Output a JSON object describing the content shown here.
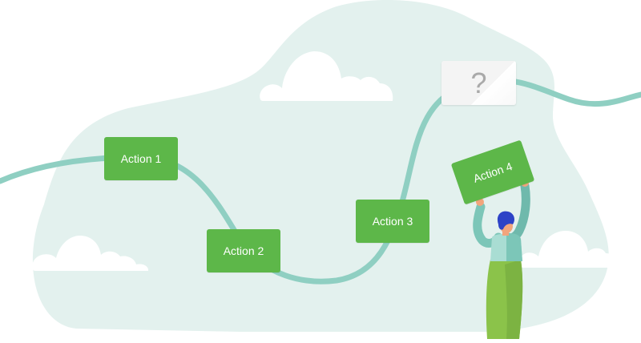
{
  "actions": [
    {
      "label": "Action 1"
    },
    {
      "label": "Action 2"
    },
    {
      "label": "Action 3"
    },
    {
      "label": "Action 4"
    }
  ],
  "question": {
    "symbol": "?"
  },
  "colors": {
    "blob": "#e3f1ee",
    "path": "#8fcfc2",
    "action_box": "#5db749",
    "cloud": "#ffffff",
    "question_box": "#f4f4f4",
    "question_mark": "#a9a9a9",
    "person_shirt": "#7cc6b8",
    "person_pants": "#8bc34a",
    "person_hair": "#2d43c7",
    "person_skin": "#f2a57c"
  },
  "icons": {
    "cloud": "cloud-icon",
    "person": "person-figure"
  }
}
